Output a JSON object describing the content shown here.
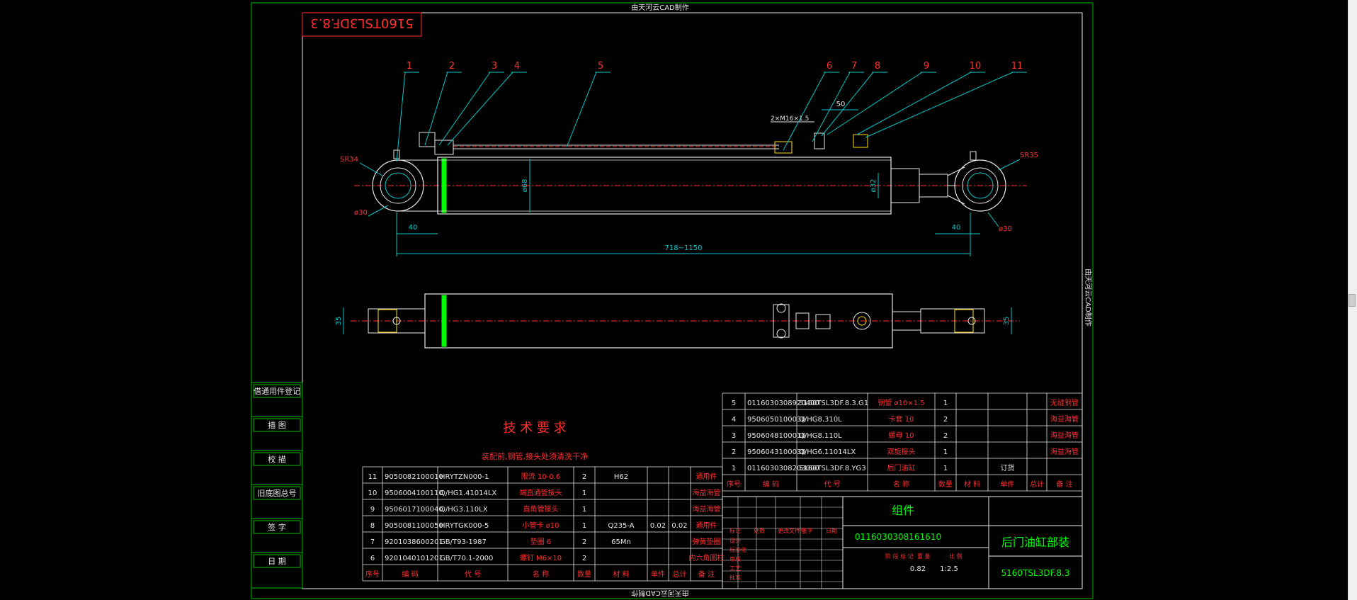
{
  "colors": {
    "frame": "#00c000",
    "dim": "#00c8c8",
    "red": "#ff3030",
    "white": "#e8e8e8",
    "yellow": "#ffe000",
    "green": "#00ff00"
  },
  "watermark": {
    "top": "由天河云CAD制作",
    "bottom": "由天河云CAD制作",
    "side": "由天河云CAD制作"
  },
  "drawing_code_mirrored": "5160TSL3DF.8.3",
  "callouts": [
    "1",
    "2",
    "3",
    "4",
    "5",
    "6",
    "7",
    "8",
    "9",
    "10",
    "11"
  ],
  "dims": {
    "sr34": "SR34",
    "sr35": "SR35",
    "d30_left": "ø30",
    "d30_right": "ø30",
    "len40_left": "40",
    "len40_right": "40",
    "stroke": "718~1150",
    "bore": "ø68",
    "rod": "ø32",
    "thread": "2×M16×1.5",
    "len50": "50",
    "width35_left": "35",
    "width35_right": "35"
  },
  "left_tabs": [
    "借通用件登记",
    "描 图",
    "校 描",
    "旧底图总号",
    "签 字",
    "日 期"
  ],
  "tech": {
    "title": "技 术 要 求",
    "note": "装配前,钢管,接头处须清洗干净"
  },
  "bom_left": {
    "rows": [
      [
        "11",
        "9050082100010",
        "HRYTZN000-1",
        "限流 10-0.6",
        "2",
        "H62",
        "",
        "",
        "通用件"
      ],
      [
        "10",
        "9506004100110",
        "Q/HG1.41014LX",
        "端直通管接头",
        "1",
        "",
        "",
        "",
        "海益海管"
      ],
      [
        "9",
        "9506017100040",
        "Q/HG3.110LX",
        "直角管接头",
        "1",
        "",
        "",
        "",
        "海益海管"
      ],
      [
        "8",
        "9050081100050",
        "HRYTGK000-5",
        "小管卡 ø10",
        "1",
        "Q235-A",
        "0.02",
        "0.02",
        "通用件"
      ],
      [
        "7",
        "9201038600201",
        "GB/T93-1987",
        "垫圈 6",
        "2",
        "65Mn",
        "",
        "",
        "弹簧垫圈"
      ],
      [
        "6",
        "9201040101201",
        "GB/T70.1-2000",
        "螺钉 M6×10",
        "2",
        "",
        "",
        "",
        "内六角圆柱"
      ]
    ],
    "header": [
      "序号",
      "编 码",
      "代 号",
      "名 称",
      "数量",
      "材 料",
      "单件",
      "总计",
      "备 注"
    ],
    "weight": "重 量"
  },
  "bom_right": {
    "rows": [
      [
        "5",
        "0116030308920400",
        "5160TSL3DF.8.3.G1",
        "钢管 ø10×1.5",
        "1",
        "",
        "",
        "",
        "无缝钢管"
      ],
      [
        "4",
        "9506050100030",
        "Q/HG8.310L",
        "卡套 10",
        "2",
        "",
        "",
        "",
        "海益海管"
      ],
      [
        "3",
        "9506048100010",
        "Q/HG8.110L",
        "螺母 10",
        "2",
        "",
        "",
        "",
        "海益海管"
      ],
      [
        "2",
        "9506043100030",
        "Q/HG6.11014LX",
        "双旋接头",
        "1",
        "",
        "",
        "",
        "海益海管"
      ],
      [
        "1",
        "0116030308203000",
        "5160TSL3DF.8.YG3",
        "后门油缸",
        "1",
        "",
        "订货",
        "",
        ""
      ]
    ],
    "header": [
      "序号",
      "编 码",
      "代 号",
      "名 称",
      "数量",
      "材 料",
      "单件",
      "总计",
      "备 注"
    ],
    "weight": "重 量"
  },
  "title_block": {
    "type": "组件",
    "code": "0116030308161610",
    "name": "后门油缸部装",
    "drawing_no": "5160TSL3DF.8.3",
    "scale": "1:2.5",
    "weight": "0.82",
    "labels": [
      "标记",
      "处数",
      "更改文件号",
      "签字",
      "日期",
      "设计",
      "标准化",
      "审核",
      "工艺",
      "批准",
      "阶 段 标 记",
      "重 量",
      "比 例"
    ]
  }
}
